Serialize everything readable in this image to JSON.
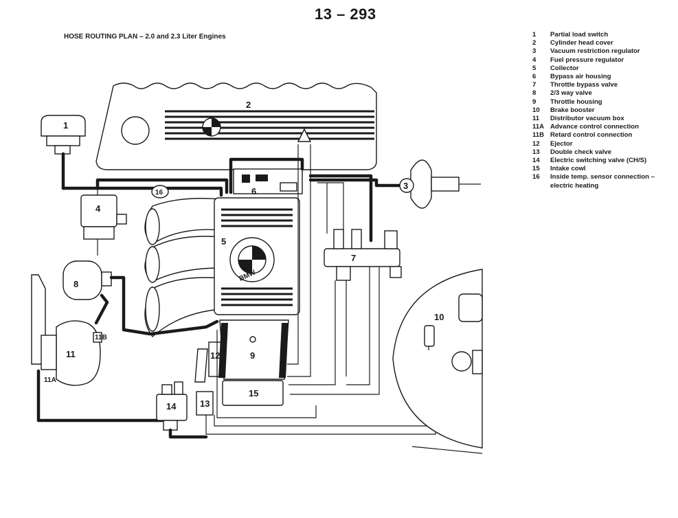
{
  "header": {
    "page_number": "13 – 293",
    "title": "HOSE ROUTING PLAN – 2.0 and 2.3 Liter Engines"
  },
  "legend": [
    {
      "num": "1",
      "label": "Partial load switch"
    },
    {
      "num": "2",
      "label": "Cylinder head cover"
    },
    {
      "num": "3",
      "label": "Vacuum restriction regulator"
    },
    {
      "num": "4",
      "label": "Fuel pressure regulator"
    },
    {
      "num": "5",
      "label": "Collector"
    },
    {
      "num": "6",
      "label": "Bypass air housing"
    },
    {
      "num": "7",
      "label": "Throttle bypass valve"
    },
    {
      "num": "8",
      "label": "2/3 way valve"
    },
    {
      "num": "9",
      "label": "Throttle housing"
    },
    {
      "num": "10",
      "label": "Brake booster"
    },
    {
      "num": "11",
      "label": "Distributor vacuum box"
    },
    {
      "num": "11A",
      "label": "Advance control connection"
    },
    {
      "num": "11B",
      "label": "Retard control connection"
    },
    {
      "num": "12",
      "label": "Ejector"
    },
    {
      "num": "13",
      "label": "Double check valve"
    },
    {
      "num": "14",
      "label": "Electric switching valve (CH/S)"
    },
    {
      "num": "15",
      "label": "Intake cowl"
    },
    {
      "num": "16",
      "label": "Inside temp. sensor connection –",
      "continuation": "electric heating"
    }
  ],
  "callouts": {
    "c1": "1",
    "c2": "2",
    "c3": "3",
    "c4": "4",
    "c5": "5",
    "c6": "6",
    "c7": "7",
    "c8": "8",
    "c9": "9",
    "c10": "10",
    "c11": "11",
    "c11a": "11A",
    "c11b": "11B",
    "c12": "12",
    "c13": "13",
    "c14": "14",
    "c15": "15",
    "c16": "16"
  },
  "logo_text": "BMW",
  "colors": {
    "ink": "#1a1a1a",
    "paper": "#ffffff"
  }
}
